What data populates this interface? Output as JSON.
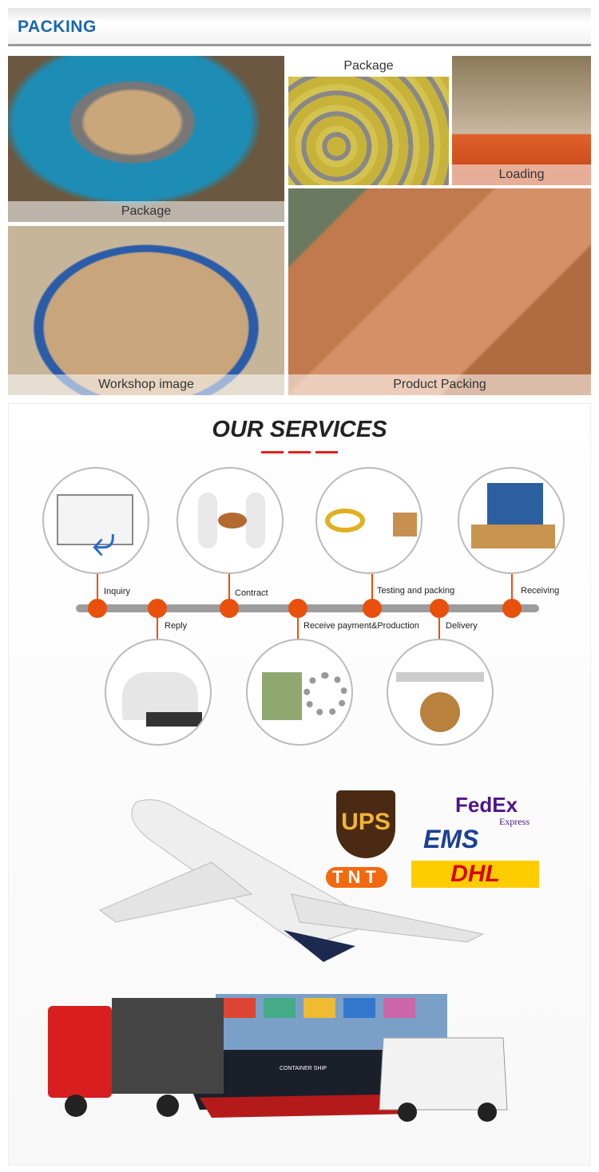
{
  "header": {
    "title": "PACKING"
  },
  "photos": [
    {
      "caption": "Package"
    },
    {
      "caption": "Package"
    },
    {
      "caption": "Loading"
    },
    {
      "caption": "Workshop image"
    },
    {
      "caption": "Product Packing"
    }
  ],
  "services": {
    "title": "OUR SERVICES",
    "steps": [
      {
        "label": "Inquiry"
      },
      {
        "label": "Reply"
      },
      {
        "label": "Contract"
      },
      {
        "label": "Receive payment&Production"
      },
      {
        "label": "Testing and packing"
      },
      {
        "label": "Delivery"
      },
      {
        "label": "Receiving"
      }
    ],
    "accent": "#e8500c"
  },
  "carriers": {
    "ups": "UPS",
    "fedex": "FedEx",
    "fedex_sub": "Express",
    "ems": "EMS",
    "tnt": "TNT",
    "dhl": "DHL",
    "ship_text": "CONTAINER SHIP"
  }
}
